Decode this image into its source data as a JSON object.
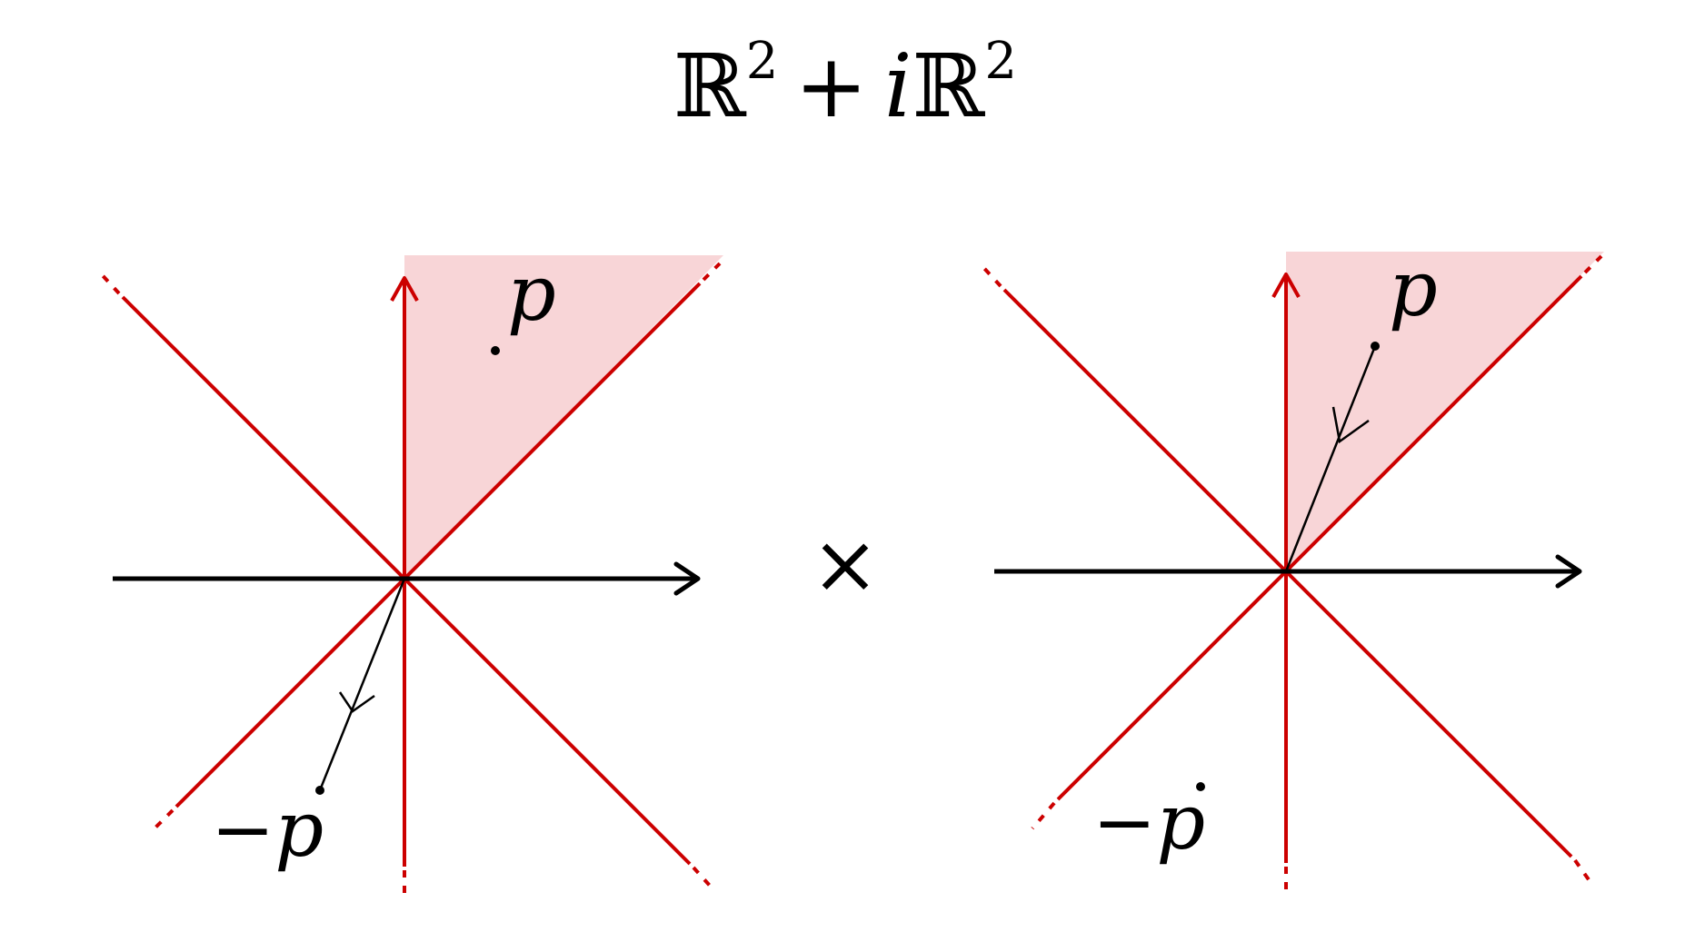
{
  "title": {
    "r": "ℝ",
    "sup1": "2",
    "plus": "+",
    "i": "i",
    "r2": "ℝ",
    "sup2": "2"
  },
  "operator": "×",
  "panels": [
    {
      "p_label": "p",
      "neg_label": "−p",
      "path_to": "-p"
    },
    {
      "p_label": "p",
      "neg_label": "−p",
      "path_to": "p"
    }
  ],
  "colors": {
    "cone_line": "#cc0000",
    "cone_fill": "#f8d5d7",
    "axis": "#000000"
  }
}
